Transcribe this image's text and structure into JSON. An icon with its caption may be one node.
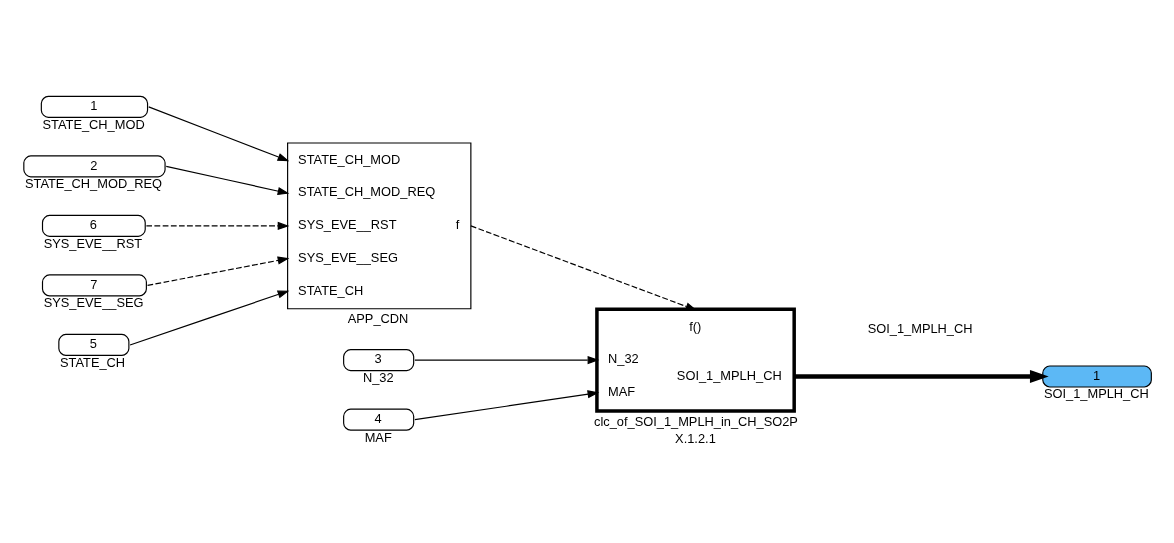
{
  "diagram": {
    "nodes": [
      {
        "text": [
          "1"
        ],
        "beside": [
          "STATE_CH_MOD"
        ]
      },
      {
        "text": [
          "2"
        ],
        "beside": [
          "STATE_CH_MOD_REQ"
        ]
      },
      {
        "text": [
          "6"
        ],
        "beside": [
          "SYS_EVE__RST"
        ]
      },
      {
        "text": [
          "7"
        ],
        "beside": [
          "SYS_EVE__SEG"
        ]
      },
      {
        "text": [
          "5"
        ],
        "beside": [
          "STATE_CH"
        ]
      },
      {
        "text": [
          "STATE_CH_MOD",
          "STATE_CH_MOD_REQ",
          "SYS_EVE__RST",
          "SYS_EVE__SEG",
          "STATE_CH",
          "f"
        ],
        "beside": [
          "APP_CDN"
        ]
      },
      {
        "text": [
          "3"
        ],
        "beside": [
          "N_32"
        ]
      },
      {
        "text": [
          "4"
        ],
        "beside": [
          "MAF"
        ]
      },
      {
        "text": [
          "f()",
          "N_32",
          "MAF",
          "SOI_1_MPLH_CH"
        ],
        "beside": [
          "clc_of_SOI_1_MPLH_in_CH_SO2P",
          "X.1.2.1"
        ]
      },
      {
        "text": [
          "1"
        ],
        "beside": [
          "SOI_1_MPLH_CH"
        ]
      }
    ],
    "edges": [
      {
        "from": 0,
        "to": 5,
        "arrow": "to"
      },
      {
        "from": 1,
        "to": 5,
        "arrow": "to"
      },
      {
        "from": 2,
        "to": 5,
        "arrow": "to",
        "style": "dashed"
      },
      {
        "from": 3,
        "to": 5,
        "arrow": "to",
        "style": "dashed"
      },
      {
        "from": 4,
        "to": 5,
        "arrow": "to"
      },
      {
        "from": 5,
        "to": 8,
        "arrow": "to",
        "style": "dashed"
      },
      {
        "from": 6,
        "to": 8,
        "arrow": "to"
      },
      {
        "from": 7,
        "to": 8,
        "arrow": "to"
      },
      {
        "from": 8,
        "to": 9,
        "arrow": "to",
        "label": "SOI_1_MPLH_CH",
        "style": "thick"
      }
    ]
  }
}
